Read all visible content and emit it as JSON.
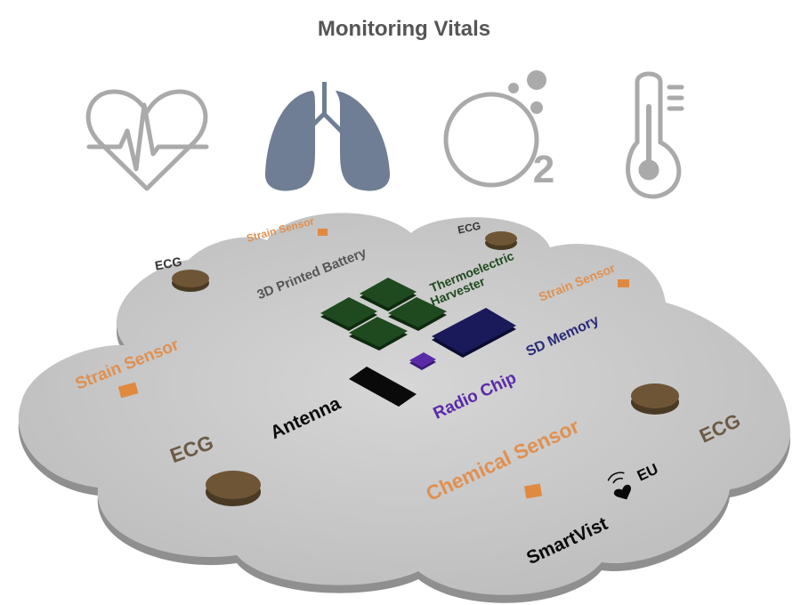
{
  "title": "Monitoring Vitals",
  "vital_icons": [
    {
      "name": "heart-pulse-icon"
    },
    {
      "name": "lungs-icon"
    },
    {
      "name": "oxygen-o2-icon",
      "subscript": "2"
    },
    {
      "name": "thermometer-icon"
    }
  ],
  "labels": {
    "strain_sensor_top": "Strain Sensor",
    "strain_sensor_right": "Strain Sensor",
    "strain_sensor_left": "Strain Sensor",
    "ecg_top_left": "ECG",
    "ecg_top_right": "ECG",
    "ecg_bottom_left": "ECG",
    "ecg_bottom_right": "ECG",
    "battery": "3D Printed Battery",
    "harvester_line1": "Thermoelectric",
    "harvester_line2": "Harvester",
    "sd_memory": "SD Memory",
    "radio_chip": "Radio Chip",
    "antenna": "Antenna",
    "chemical_sensor": "Chemical Sensor",
    "brand_left": "SmartVist",
    "brand_right": "EU"
  },
  "colors": {
    "title": "#555555",
    "icon_gray": "#aaaaaa",
    "lungs": "#6f7e95",
    "board": "#c9c9c9",
    "board_edge": "#8f8f8f",
    "sensor_orange": "#e08a40",
    "label_orange": "#e09050",
    "ecg_pad": "#6e5536",
    "ecg_label": "#6b5a45",
    "harvester_green": "#1f4a1f",
    "harvester_label": "#1f4a1f",
    "sd_blue": "#1a1a5a",
    "radio_purple": "#5a2aa8",
    "antenna_black": "#0a0a0a",
    "text_dark": "#333333"
  }
}
